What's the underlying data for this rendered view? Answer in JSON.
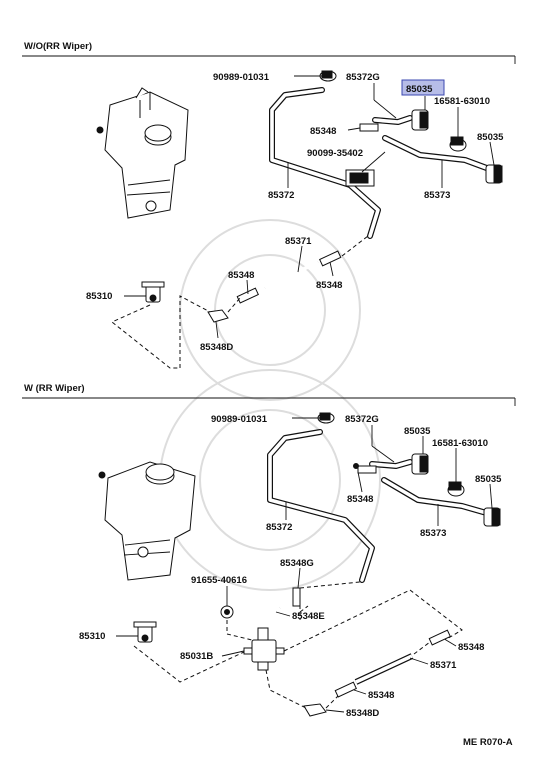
{
  "sections": [
    {
      "title": "W/O(RR Wiper)",
      "labels": {
        "p90989": "90989-01031",
        "p85372G": "85372G",
        "p85035a": "85035",
        "p16581": "16581-63010",
        "p85348a": "85348",
        "p90099": "90099-35402",
        "p85035b": "85035",
        "p85372": "85372",
        "p85373": "85373",
        "p85371": "85371",
        "p85348b": "85348",
        "p85348c": "85348",
        "p85310": "85310",
        "p85348D": "85348D"
      }
    },
    {
      "title": "W (RR Wiper)",
      "labels": {
        "p90989": "90989-01031",
        "p85372G": "85372G",
        "p85035a": "85035",
        "p16581": "16581-63010",
        "p85348a": "85348",
        "p85035b": "85035",
        "p85372": "85372",
        "p85373": "85373",
        "p85348G": "85348G",
        "p91655": "91655-40616",
        "p85348E": "85348E",
        "p85310": "85310",
        "p85031B": "85031B",
        "p85348b": "85348",
        "p85371": "85371",
        "p85348c": "85348",
        "p85348D": "85348D"
      }
    }
  ],
  "highlight_color": "#7b86d6",
  "footer_code": "ME R070-A"
}
